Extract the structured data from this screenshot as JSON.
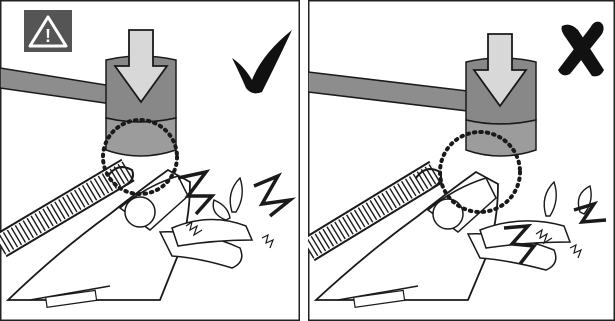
{
  "colors": {
    "frame": "#222222",
    "handle": "#8d8d8d",
    "mallet_head": "#8a8a8a",
    "mallet_face": "#9c9c9c",
    "arrow": "#d8d8d8",
    "warning_bg": "#555555",
    "warning_triangle": "#ffffff",
    "line": "#1a1a1a",
    "paper": "#ffffff"
  },
  "panels": [
    {
      "id": "correct",
      "verdict_icon": "check-mark-icon",
      "strike_target": "pivot"
    },
    {
      "id": "incorrect",
      "verdict_icon": "cross-mark-icon",
      "strike_target": "blade-tip"
    }
  ],
  "warning": {
    "icon": "warning-triangle-icon",
    "symbol": "!"
  }
}
